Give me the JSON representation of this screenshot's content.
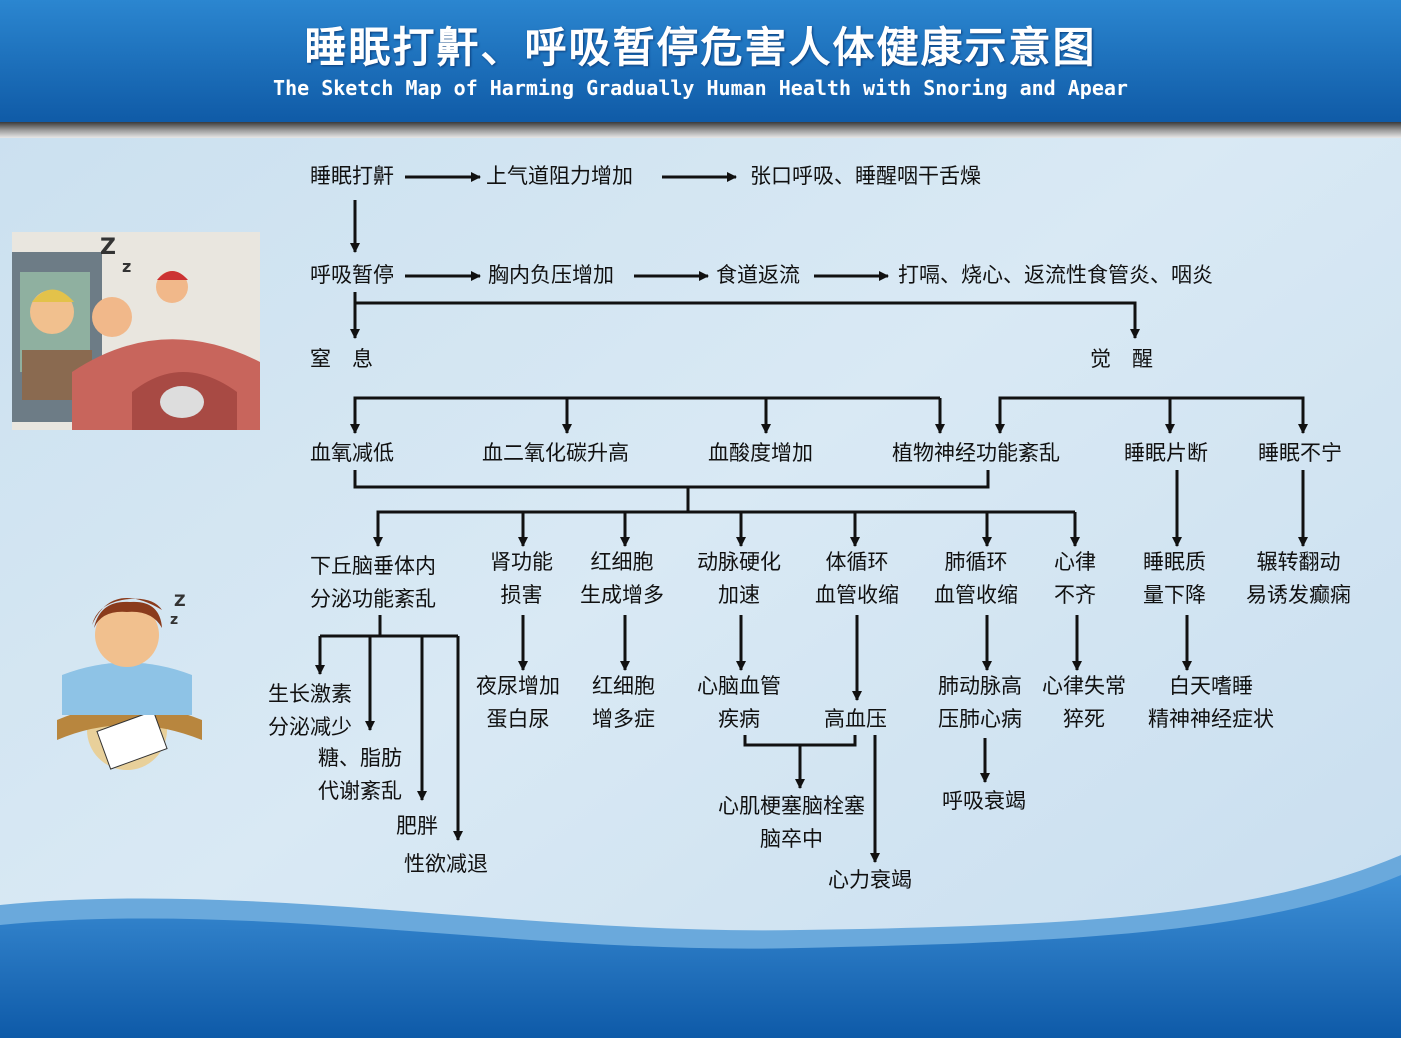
{
  "header": {
    "title_cn": "睡眠打鼾、呼吸暂停危害人体健康示意图",
    "title_en": "The Sketch Map of Harming Gradually Human Health with Snoring and Apear"
  },
  "colors": {
    "header_blue": "#1466b4",
    "background": "#cfe3f1",
    "footer_blue": "#1a6fbc",
    "arrow": "#111111"
  },
  "illustrations": {
    "top": "snoring-family-in-bed-cartoon",
    "bottom": "tired-man-at-desk-cartoon"
  },
  "nodes": {
    "snoring": "睡眠打鼾",
    "upper_airway": "上气道阻力增加",
    "mouth_breathing": "张口呼吸、睡醒咽干舌燥",
    "apnea": "呼吸暂停",
    "chest_pressure": "胸内负压增加",
    "reflux": "食道返流",
    "reflux_effects": "打嗝、烧心、返流性食管炎、咽炎",
    "suffocation": "窒　息",
    "awakening": "觉　醒",
    "low_oxygen": "血氧减低",
    "co2_rise": "血二氧化碳升高",
    "acidity": "血酸度增加",
    "autonomic": "植物神经功能紊乱",
    "sleep_fragment": "睡眠片断",
    "sleep_restless": "睡眠不宁",
    "hypothalamus": "下丘脑垂体内\n分泌功能紊乱",
    "kidney": "肾功能\n损害",
    "rbc": "红细胞\n生成增多",
    "artery": "动脉硬化\n加速",
    "systemic": "体循环\n血管收缩",
    "pulmonary": "肺循环\n血管收缩",
    "arrhythmia": "心律\n不齐",
    "sleep_quality": "睡眠质\n量下降",
    "epilepsy": "辗转翻动\n易诱发癫痫",
    "growth_hormone": "生长激素\n分泌减少",
    "metabolism": "糖、脂肪\n代谢紊乱",
    "obesity": "肥胖",
    "libido": "性欲减退",
    "nocturia": "夜尿增加\n蛋白尿",
    "polycythemia": "红细胞\n增多症",
    "cardio_disease": "心脑血管\n疾病",
    "hypertension": "高血压",
    "pulmonary_heart": "肺动脉高\n压肺心病",
    "sudden_death": "心律失常\n猝死",
    "daytime_sleepy": "白天嗜睡\n精神神经症状",
    "infarction": "心肌梗塞脑栓塞\n脑卒中",
    "resp_failure": "呼吸衰竭",
    "heart_failure": "心力衰竭"
  }
}
